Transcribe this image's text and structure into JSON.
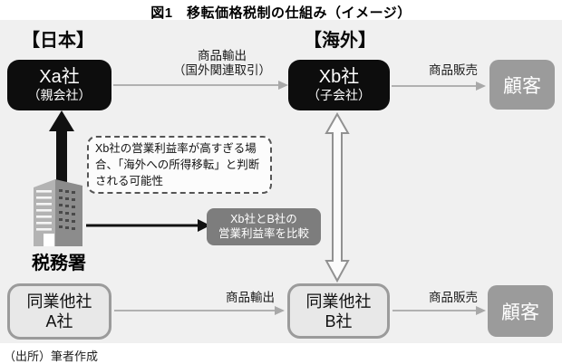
{
  "title": "図1　移転価格税制の仕組み（イメージ）",
  "regions": {
    "japan": "【日本】",
    "overseas": "【海外】"
  },
  "nodes": {
    "xa": {
      "name": "Xa社",
      "role": "（親会社）"
    },
    "xb": {
      "name": "Xb社",
      "role": "（子会社）"
    },
    "customer_top": {
      "name": "顧客"
    },
    "customer_bottom": {
      "name": "顧客"
    },
    "peer_a": {
      "name": "同業他社",
      "sub": "A社"
    },
    "peer_b": {
      "name": "同業他社",
      "sub": "B社"
    },
    "tax_office": {
      "name": "税務署",
      "icon": "tax-office-building-icon"
    }
  },
  "flows": {
    "export_top": {
      "line1": "商品輸出",
      "line2": "（国外関連取引）"
    },
    "sales_top": "商品販売",
    "export_bottom": "商品輸出",
    "sales_bottom": "商品販売"
  },
  "annotations": {
    "risk_note": "Xb社の営業利益率が高すぎる場合、「海外への所得移転」と判断される可能性",
    "compare": {
      "line1": "Xb社とB社の",
      "line2": "営業利益率を比較"
    }
  },
  "source": "（出所）筆者作成",
  "colors": {
    "panel_bg": "#f0f0f0",
    "black_box": "#0d0d0d",
    "customer_box": "#9b9b9b",
    "compare_box": "#7d7d7d",
    "peer_box_fill": "#e8e8e8",
    "peer_box_border": "#9b9b9b",
    "arrow_gray": "#a8a8a8",
    "arrow_black": "#111111",
    "double_arrow_outline": "#919191"
  }
}
